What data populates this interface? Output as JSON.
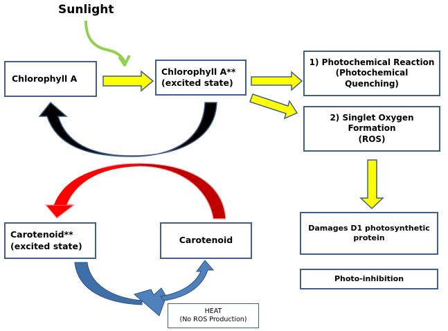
{
  "title": "Sunlight",
  "nodes": {
    "chlorophyll_a": {
      "lines": [
        "Chlorophyll A"
      ]
    },
    "chlorophyll_a_excited": {
      "lines": [
        "Chlorophyll A**",
        "(excited state)"
      ]
    },
    "photochemical_reaction": {
      "lines": [
        "1) Photochemical Reaction",
        "(Photochemical",
        "Quenching)"
      ]
    },
    "singlet_oxygen": {
      "lines": [
        "2) Singlet Oxygen",
        "Formation",
        "(ROS)"
      ]
    },
    "damages_d1": {
      "lines": [
        "Damages D1 photosynthetic",
        "protein"
      ]
    },
    "photo_inhibition": {
      "lines": [
        "Photo-inhibition"
      ]
    },
    "carotenoid_excited": {
      "lines": [
        "Carotenoid**",
        "(excited state)"
      ]
    },
    "carotenoid": {
      "lines": [
        "Carotenoid"
      ]
    },
    "heat": {
      "lines": [
        "HEAT",
        "(No ROS Production)"
      ]
    }
  },
  "colors": {
    "box_border": "#3f5f8a",
    "yellow_arrow": "#ffff00",
    "green_arrow": "#92d050",
    "black_arrow": "#000000",
    "red_arrow": "#ff0000",
    "dark_red_arrow": "#c00000",
    "blue_arrow": "#4f81bd"
  }
}
